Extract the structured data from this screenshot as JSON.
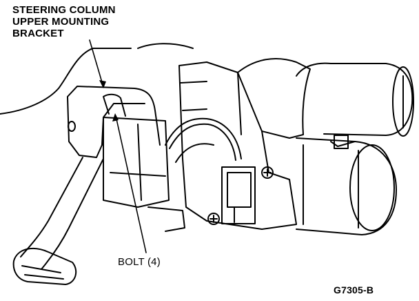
{
  "callouts": {
    "bracket_line1": "STEERING COLUMN",
    "bracket_line2": "UPPER MOUNTING",
    "bracket_line3": "BRACKET",
    "bolt": "BOLT (4)"
  },
  "figure_id": "G7305-B"
}
